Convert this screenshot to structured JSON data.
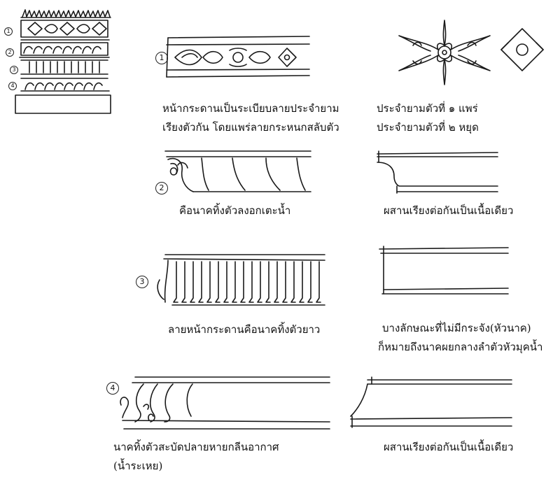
{
  "captions": {
    "c1a": "หน้ากระดานเป็นระเบียบลายประจำยาม",
    "c1b": "เรียงตัวกัน โดยแพร่ลายกระหนกสลับตัว",
    "c2a": "ประจำยามตัวที่ ๑ แพร่",
    "c2b": "ประจำยามตัวที่ ๒ หยุด",
    "c3": "คือนาคทิ้งตัวลงอกเตะน้ำ",
    "c4": "ผสานเรียงต่อกันเป็นเนื้อเดียว",
    "c5": "ลายหน้ากระดานคือนาคทิ้งตัวยาว",
    "c6a": "บางลักษณะที่ไม่มีกระจัง(หัวนาค)",
    "c6b": "ก็หมายถึงนาคผยกลางลำตัวหัวมุคน้ำ",
    "c7a": "นาคทิ้งตัวสะบัดปลายหายกลีนอากาศ",
    "c7b": "(น้ำระเหย)",
    "c8": "ผสานเรียงต่อกันเป็นเนื้อเดียว"
  },
  "markers": {
    "m1": "1",
    "m2": "2",
    "m3": "3",
    "m4": "4",
    "m5": "1",
    "m6": "2",
    "m7": "3",
    "m8": "4"
  }
}
